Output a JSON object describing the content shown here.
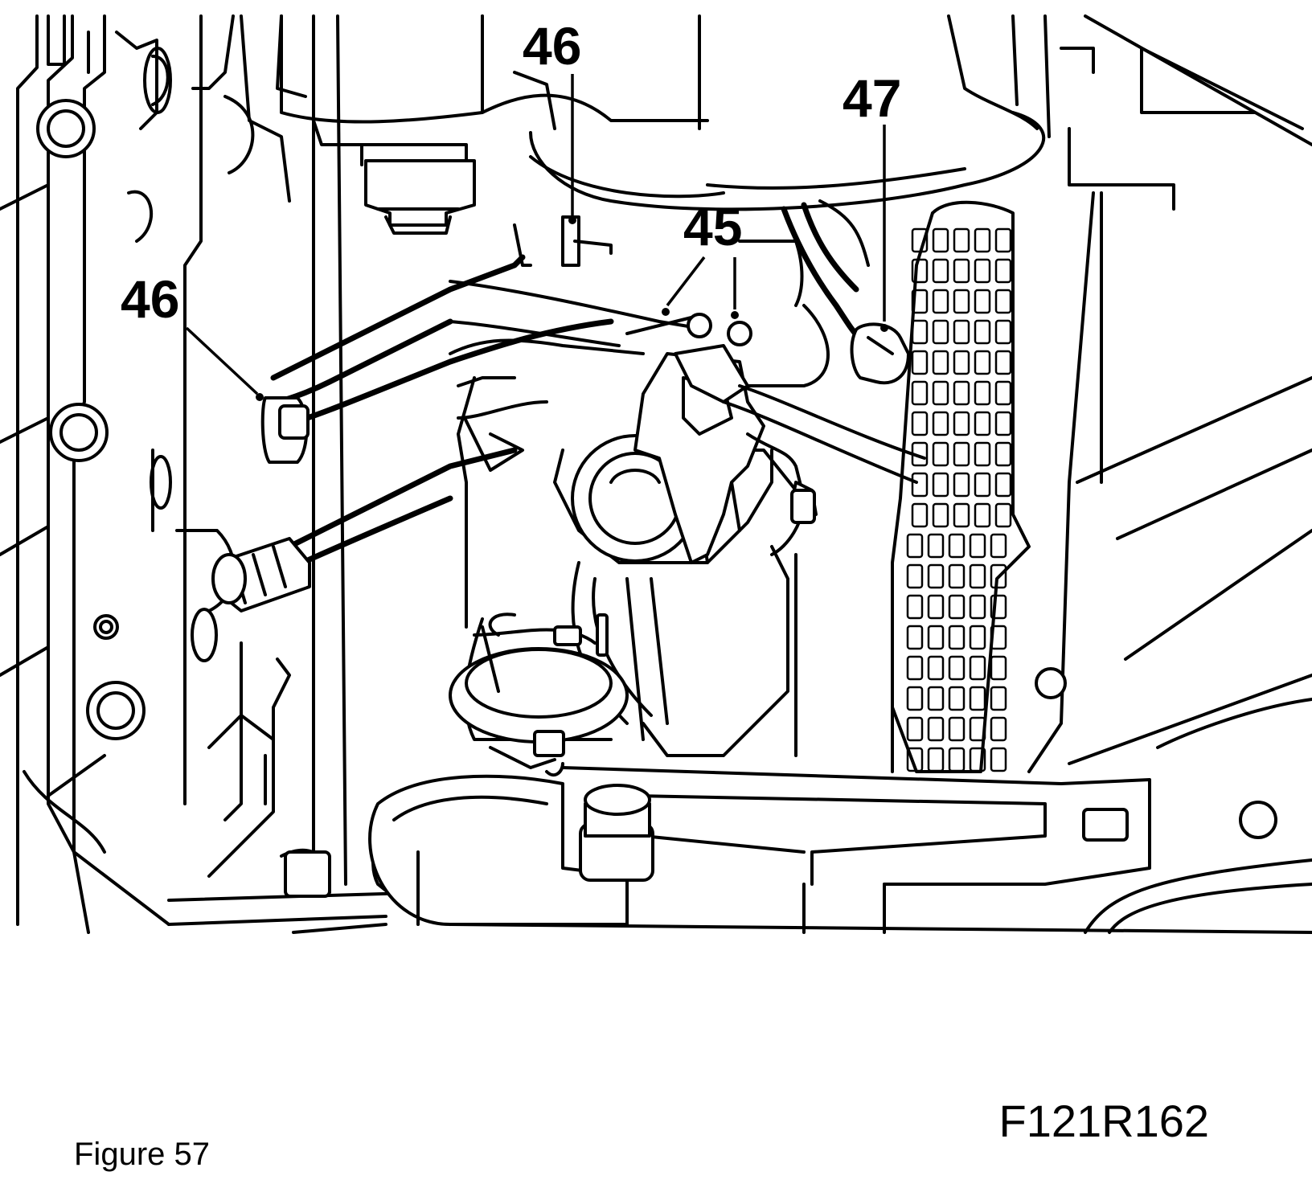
{
  "figure": {
    "caption": "Figure 57",
    "id": "F121R162"
  },
  "callouts": [
    {
      "label": "46"
    },
    {
      "label": "47"
    },
    {
      "label": "45"
    },
    {
      "label": "46"
    }
  ]
}
